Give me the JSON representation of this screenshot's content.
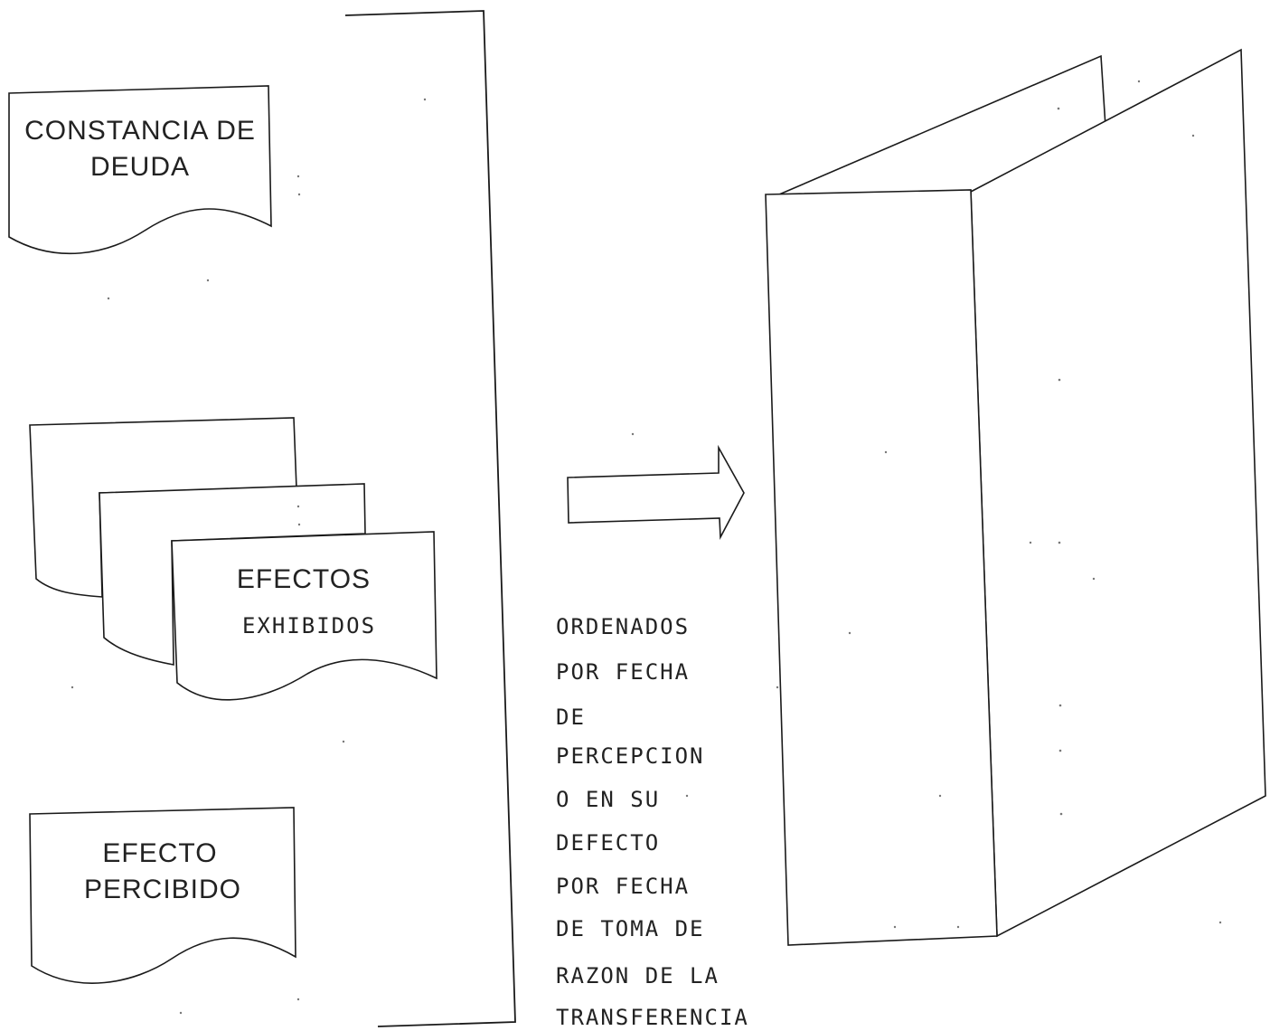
{
  "documents": {
    "constancia": [
      "CONSTANCIA DE",
      "DEUDA"
    ],
    "efectos_exhibidos": [
      "EFECTOS",
      "EXHIBIDOS"
    ],
    "efecto_percibido": [
      "EFECTO",
      "PERCIBIDO"
    ]
  },
  "note_lines": [
    "ORDENADOS",
    "POR FECHA",
    "DE",
    "PERCEPCION",
    "O EN SU",
    "DEFECTO",
    "POR FECHA",
    "DE TOMA DE",
    "RAZON DE LA",
    "TRANSFERENCIA"
  ],
  "colors": {
    "ink": "#1a1a1a",
    "paper": "#ffffff"
  }
}
